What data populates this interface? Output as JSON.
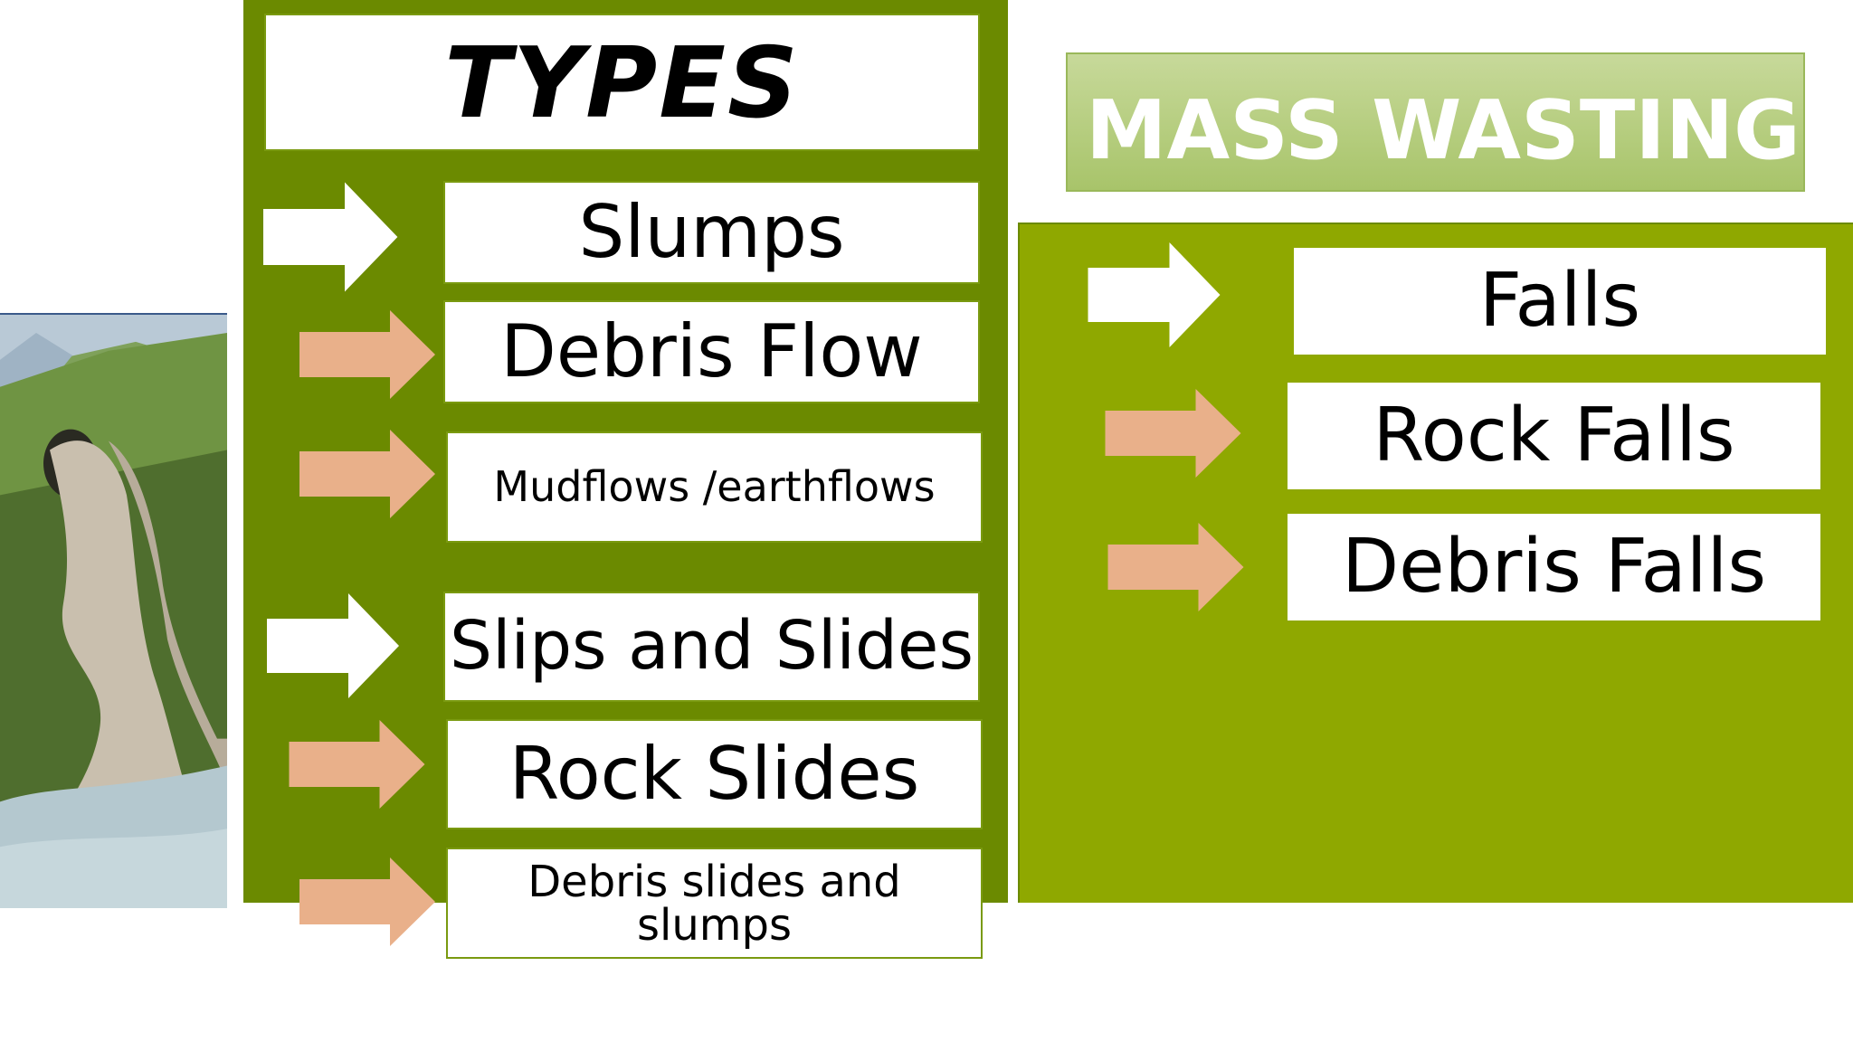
{
  "colors": {
    "left_panel": "#6b8a00",
    "right_panel": "#8fa800",
    "title_banner": "#b5cd7f",
    "arrow_primary": "#ffffff",
    "arrow_secondary": "#e9b08a",
    "box": "#ffffff",
    "text": "#000000"
  },
  "image": {
    "icon": "landslide-photo"
  },
  "left_panel": {
    "title": "TYPES",
    "items": [
      {
        "label": "Slumps",
        "arrow": "arrow-white"
      },
      {
        "label": "Debris Flow",
        "arrow": "arrow-peach"
      },
      {
        "label": "Mudflows /earthflows",
        "arrow": "arrow-peach"
      },
      {
        "label": "Slips and Slides",
        "arrow": "arrow-white"
      },
      {
        "label": "Rock Slides",
        "arrow": "arrow-peach"
      },
      {
        "label": "Debris slides and slumps",
        "arrow": "arrow-peach"
      }
    ]
  },
  "right_panel": {
    "title": "MASS WASTING",
    "items": [
      {
        "label": "Falls",
        "arrow": "arrow-white"
      },
      {
        "label": "Rock Falls",
        "arrow": "arrow-peach"
      },
      {
        "label": "Debris Falls",
        "arrow": "arrow-peach"
      }
    ]
  }
}
